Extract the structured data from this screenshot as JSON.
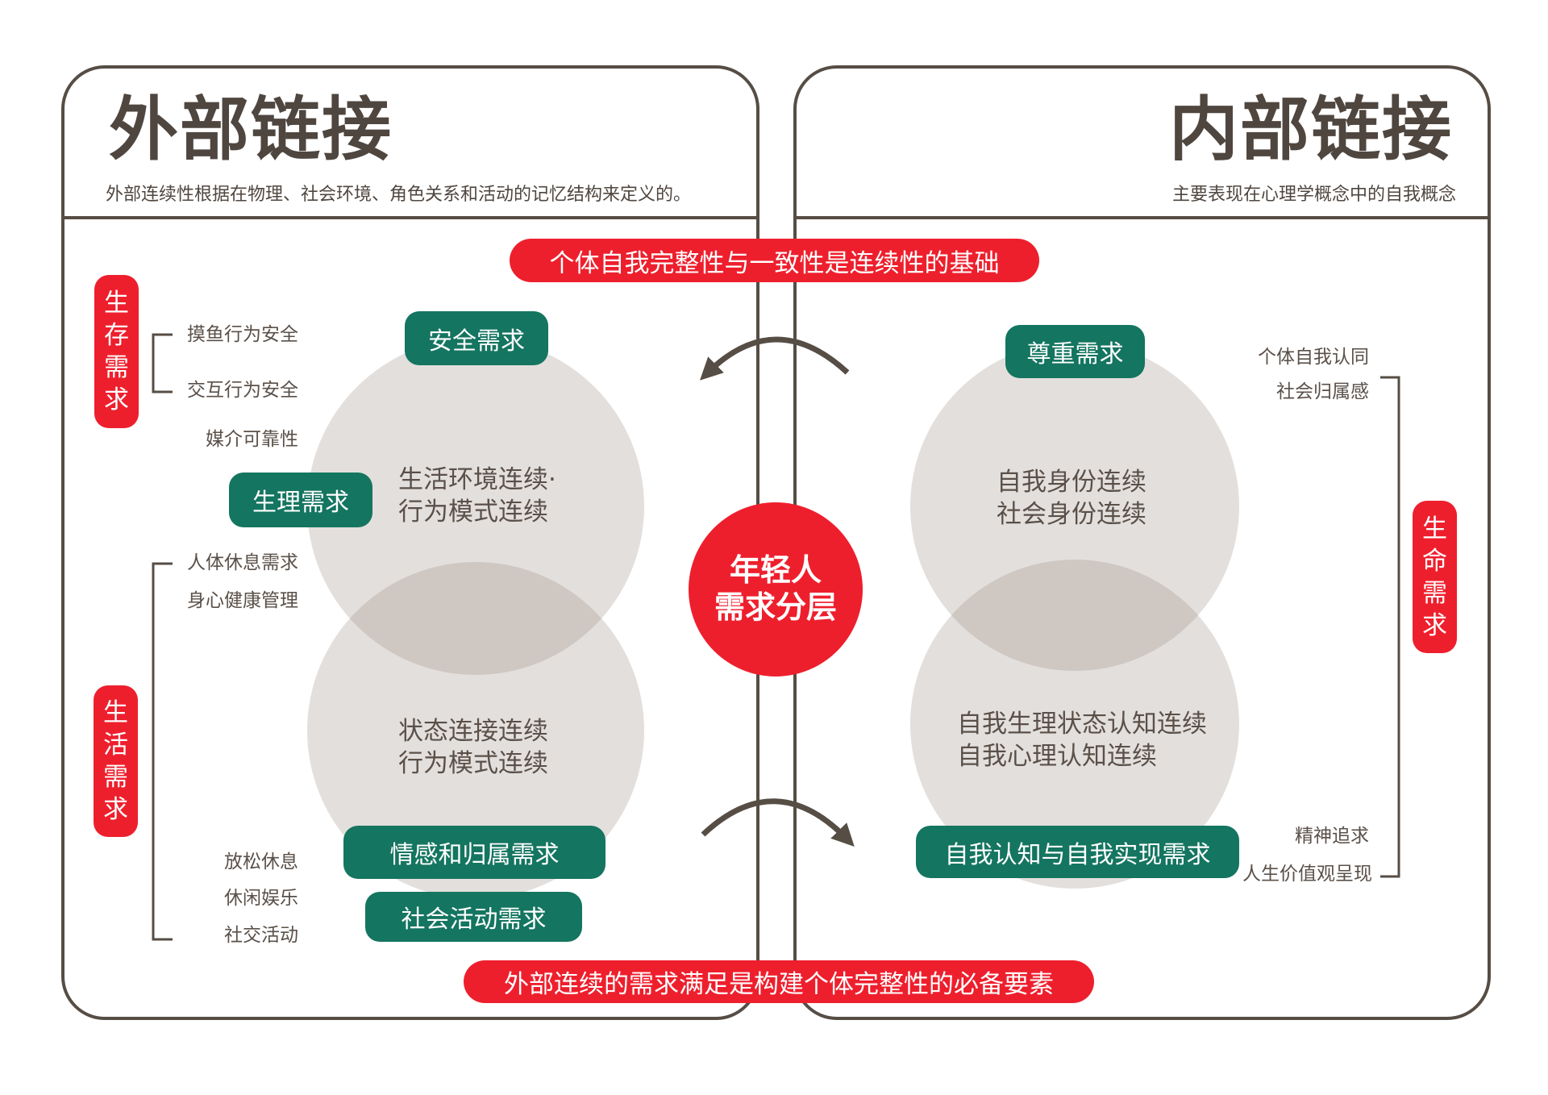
{
  "external": {
    "title": "外部链接",
    "subtitle": "外部连续性根据在物理、社会环境、角色关系和活动的记忆结构来定义的。",
    "survival_label": [
      "生",
      "存",
      "需",
      "求"
    ],
    "life_label": [
      "生",
      "活",
      "需",
      "求"
    ],
    "survival_items": [
      "摸鱼行为安全",
      "交互行为安全",
      "媒介可靠性"
    ],
    "physio_items": [
      "人体休息需求",
      "身心健康管理"
    ],
    "leisure_items": [
      "放松休息",
      "休闲娱乐",
      "社交活动"
    ],
    "needs": {
      "safety": "安全需求",
      "physiological": "生理需求",
      "belonging": "情感和归属需求",
      "social_activity": "社会活动需求"
    },
    "circle_top": [
      "生活环境连续·",
      "行为模式连续"
    ],
    "circle_bottom": [
      "状态连接连续",
      "行为模式连续"
    ]
  },
  "internal": {
    "title": "内部链接",
    "subtitle": "主要表现在心理学概念中的自我概念",
    "life_label": [
      "生",
      "命",
      "需",
      "求"
    ],
    "top_items": [
      "个体自我认同",
      "社会归属感"
    ],
    "bottom_items": [
      "精神追求",
      "人生价值观呈现"
    ],
    "needs": {
      "esteem": "尊重需求",
      "self_actualization": "自我认知与自我实现需求"
    },
    "circle_top": [
      "自我身份连续",
      "社会身份连续"
    ],
    "circle_bottom": [
      "自我生理状态认知连续",
      "自我心理认知连续"
    ]
  },
  "banners": {
    "top": "个体自我完整性与一致性是连续性的基础",
    "bottom": "外部连续的需求满足是构建个体完整性的必备要素"
  },
  "center": {
    "line1": "年轻人",
    "line2": "需求分层"
  },
  "colors": {
    "red": "#ee1f2d",
    "green": "#147560",
    "ink": "#5a5049",
    "circle": "#e3dfdc"
  }
}
